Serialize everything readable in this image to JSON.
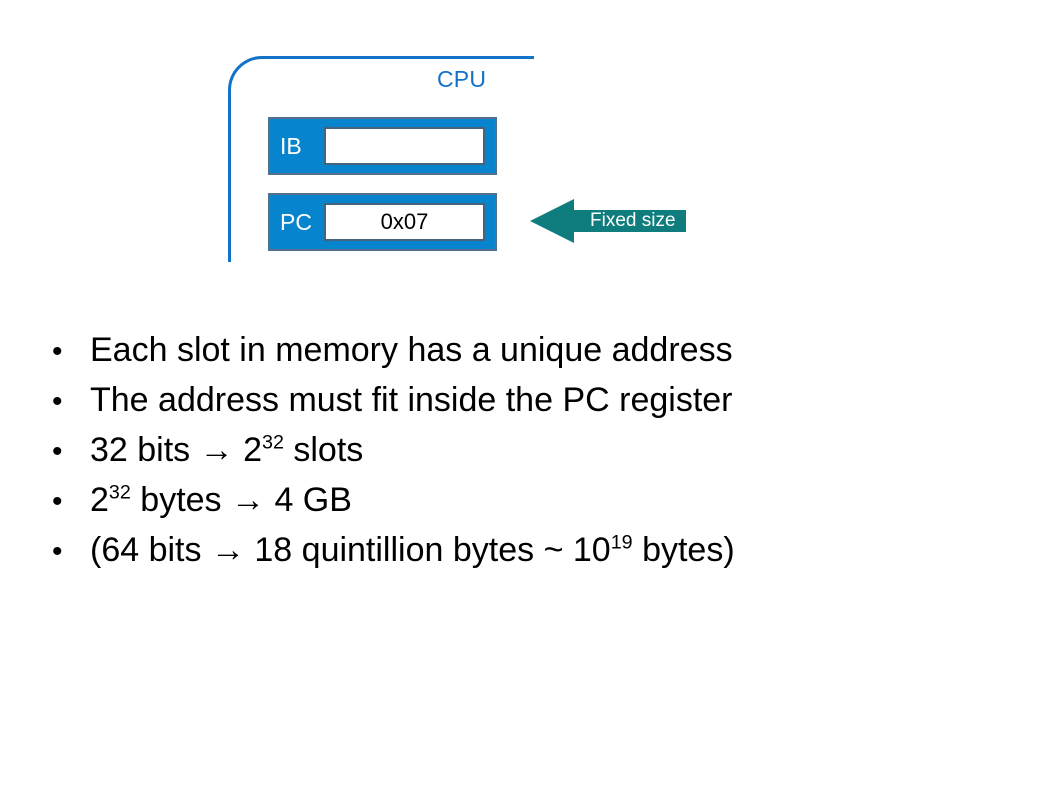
{
  "slide": {
    "diagram": {
      "cpu_label": "CPU",
      "registers": [
        {
          "name": "IB",
          "value": ""
        },
        {
          "name": "PC",
          "value": "0x07"
        }
      ],
      "callout": {
        "label": "Fixed size",
        "direction": "left",
        "color": "#0F7D7D"
      },
      "colors": {
        "boundary": "#1271C8",
        "register_fill": "#0784CE",
        "register_border": "#53708A",
        "field_border": "#46637E",
        "field_fill": "#FFFFFF",
        "cpu_label": "#1271C8"
      }
    },
    "bullets": [
      {
        "marker": "•",
        "text": "Each slot in memory has a unique address",
        "base": "Each slot in memory has a unique address",
        "sup": "",
        "tail": ""
      },
      {
        "marker": "•",
        "text": "The address must fit inside the PC register",
        "base": "The address must fit inside the PC register",
        "sup": "",
        "tail": ""
      },
      {
        "marker": "•",
        "text": "32 bits  →  2³² slots",
        "base": "32 bits  →  2",
        "sup": "32",
        "tail": " slots"
      },
      {
        "marker": "•",
        "text": "2³² bytes  →  4 GB",
        "base": "2",
        "sup": "32",
        "tail": " bytes  →  4 GB"
      },
      {
        "marker": "•",
        "text": "(64 bits  →  18 quintillion bytes ~ 10¹⁹ bytes)",
        "base": "(64 bits  →  18 quintillion bytes ~ 10",
        "sup": "19",
        "tail": " bytes)"
      }
    ]
  }
}
